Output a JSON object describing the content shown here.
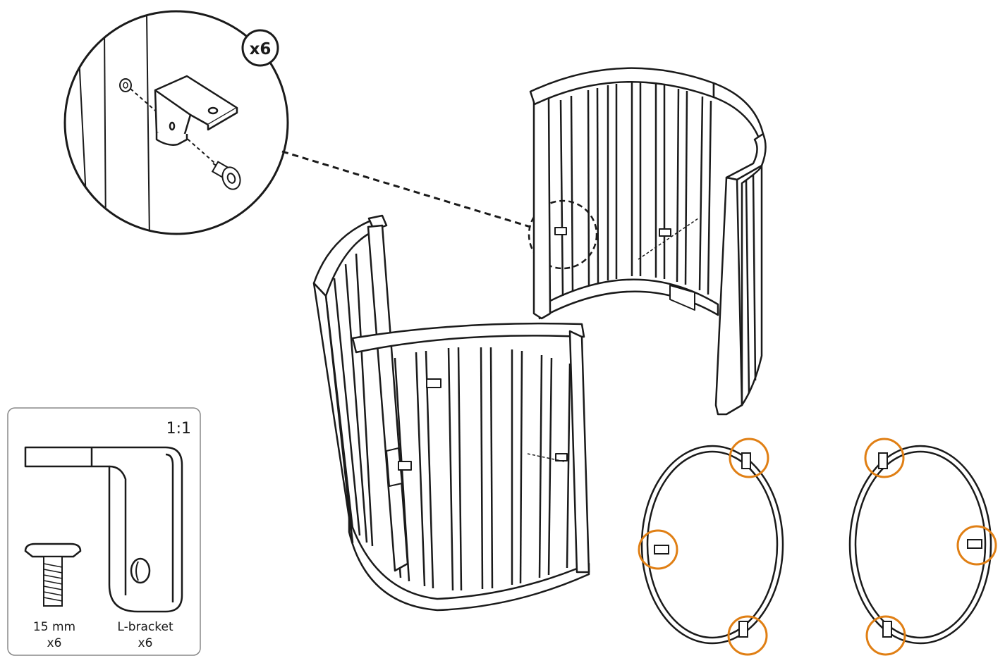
{
  "detail_callout": {
    "quantity_badge": "x6"
  },
  "parts_box": {
    "scale_label": "1:1",
    "parts": [
      {
        "name_label": "15 mm",
        "quantity_label": "x6"
      },
      {
        "name_label": "L-bracket",
        "quantity_label": "x6"
      }
    ]
  },
  "colors": {
    "line": "#1a1a1a",
    "highlight": "#e07f14",
    "box_border": "#888888",
    "background": "#ffffff"
  },
  "icons": [
    "bolt-icon",
    "l-bracket-icon",
    "magnifier-callout"
  ]
}
